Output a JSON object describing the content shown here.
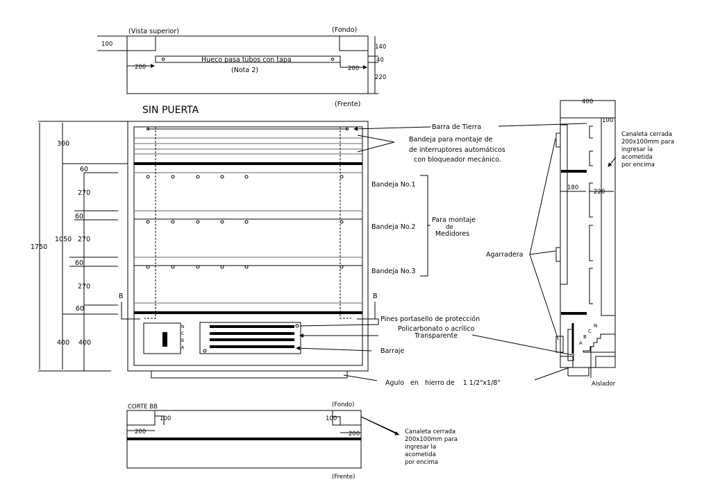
{
  "top_view": {
    "title": "(Vista superior)",
    "back": "(Fondo)",
    "front": "(Frente)",
    "hole": "Hueco pasa tubos con tapa",
    "note": "(Nota 2)",
    "dim_100": "100",
    "dim_200_left": "200",
    "dim_200_right": "200",
    "dim_140": "140",
    "dim_40": "40",
    "dim_220": "220"
  },
  "front_view": {
    "title": "SIN PUERTA",
    "dims": {
      "total": "1750",
      "d300": "300",
      "d1050": "1050",
      "d60a": "60",
      "d270a": "270",
      "d60b": "60",
      "d270b": "270",
      "d60c": "60",
      "d270c": "270",
      "d60d": "60",
      "d400a": "400",
      "d400b": "400"
    },
    "section_marker": "B",
    "phases": [
      "N",
      "C",
      "B",
      "A"
    ],
    "labels": {
      "ground_bar": "Barra de Tierra",
      "tray_line1": "Bandeja para montaje de",
      "tray_line2": "de interruptores automáticos",
      "tray_line3": "con bloqueador mecánico.",
      "tray1": "Bandeja No.1",
      "tray2": "Bandeja No.2",
      "tray3": "Bandeja No.3",
      "meters_line1": "Para montaje",
      "meters_line2": "de",
      "meters_line3": "Medidores",
      "pins": "Pines portasello de protección",
      "poly_line1": "Policarbonato o acrílico",
      "poly_line2": "Transparente",
      "busbar": "Barraje",
      "angle": "Agulo   en   hierro de    1 1/2\"x1/8\"",
      "handle": "Agarradera"
    }
  },
  "side_view": {
    "dim_400": "400",
    "dim_100": "100",
    "dim_180": "180",
    "dim_220": "220",
    "channel": [
      "Canaleta cerrada",
      "200x100mm para",
      "ingresar la",
      "acometida",
      "por encima"
    ],
    "phases": [
      "N",
      "C",
      "B",
      "A"
    ],
    "insulator": "Aislador"
  },
  "section_bb": {
    "title": "CORTE BB",
    "back": "(Fondo)",
    "front": "(Frente)",
    "dim_100_left": "100",
    "dim_100_right": "100",
    "dim_200_left": "200",
    "dim_200_right": "200",
    "channel": [
      "Canaleta cerrada",
      "200x100mm para",
      "ingresar la",
      "acometida",
      "por encima"
    ]
  }
}
